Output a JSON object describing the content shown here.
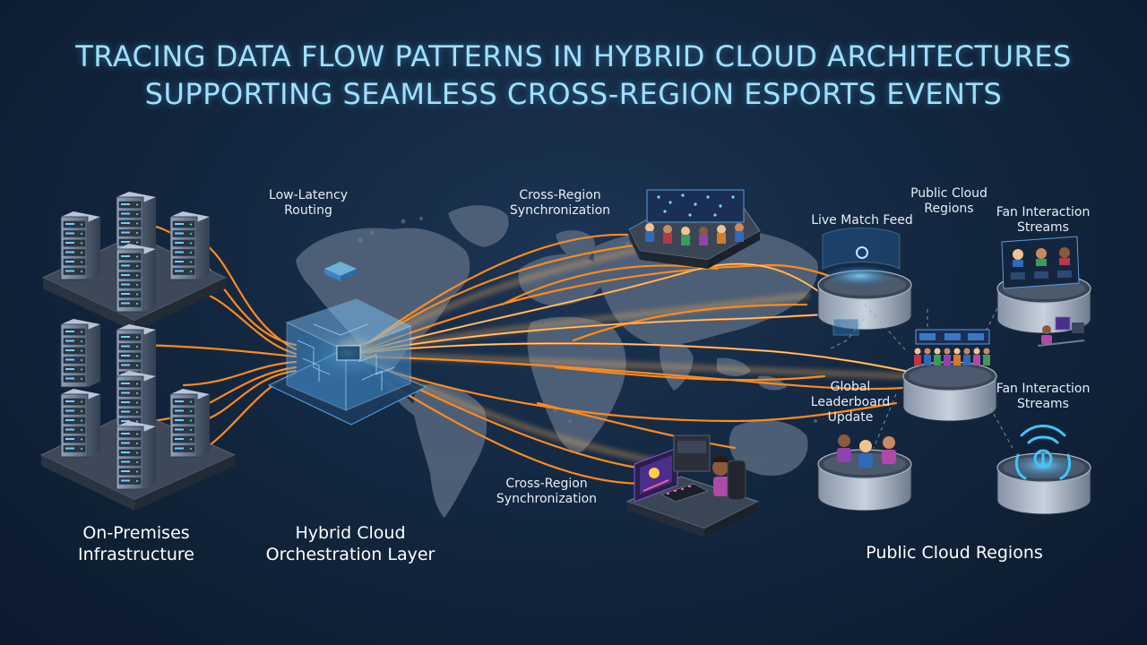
{
  "title": {
    "line1": "TRACING DATA FLOW PATTERNS IN HYBRID CLOUD ARCHITECTURES",
    "line2": "SUPPORTING SEAMLESS CROSS-REGION ESPORTS EVENTS"
  },
  "labels": {
    "low_latency_line1": "Low-Latency",
    "low_latency_line2": "Routing",
    "sync_top_line1": "Cross-Region",
    "sync_top_line2": "Synchronization",
    "sync_bottom_line1": "Cross-Region",
    "sync_bottom_line2": "Synchronization",
    "public_regions_line1": "Public Cloud",
    "public_regions_line2": "Regions",
    "live_match_feed": "Live Match Feed",
    "fan_streams_top_line1": "Fan Interaction",
    "fan_streams_top_line2": "Streams",
    "fan_streams_bottom_line1": "Fan Interaction",
    "fan_streams_bottom_line2": "Streams",
    "leaderboard_line1": "Global",
    "leaderboard_line2": "Leaderboard",
    "leaderboard_line3": "Update"
  },
  "sections": {
    "onprem_line1": "On-Premises",
    "onprem_line2": "Infrastructure",
    "orchestration_line1": "Hybrid Cloud",
    "orchestration_line2": "Orchestration Layer",
    "public_cloud": "Public Cloud Regions"
  },
  "colors": {
    "title": "#9fe0ff",
    "flow": "#ff8a1e",
    "flow_glow": "#ffb35a",
    "server": "#7d8ea6",
    "platform": "#3a4656",
    "cube": "#5fb6ff",
    "map": "#5b6d85",
    "cylinder": "#c6d0dc",
    "wifi": "#3ec6ff"
  },
  "icons": {
    "servers": "server-rack-icon",
    "orchestrator": "circuit-cube-icon",
    "stadium": "esports-arena-icon",
    "gamer": "gaming-desk-icon",
    "hologram": "hologram-icon",
    "fans": "fan-avatars-icon",
    "crowd": "crowd-icon",
    "leaderboard": "team-avatars-icon",
    "wifi": "wifi-broadcast-icon"
  }
}
